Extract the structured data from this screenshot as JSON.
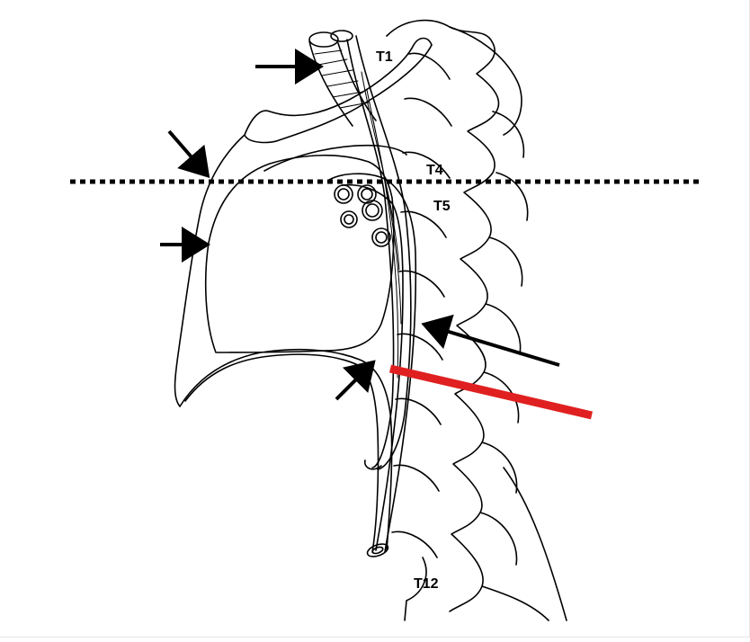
{
  "labels": {
    "t1": "T1",
    "t4": "T4",
    "t5": "T5",
    "t12": "T12"
  },
  "colors": {
    "line": "#000000",
    "highlight_arrow": "#e02020",
    "background": "#ffffff"
  }
}
